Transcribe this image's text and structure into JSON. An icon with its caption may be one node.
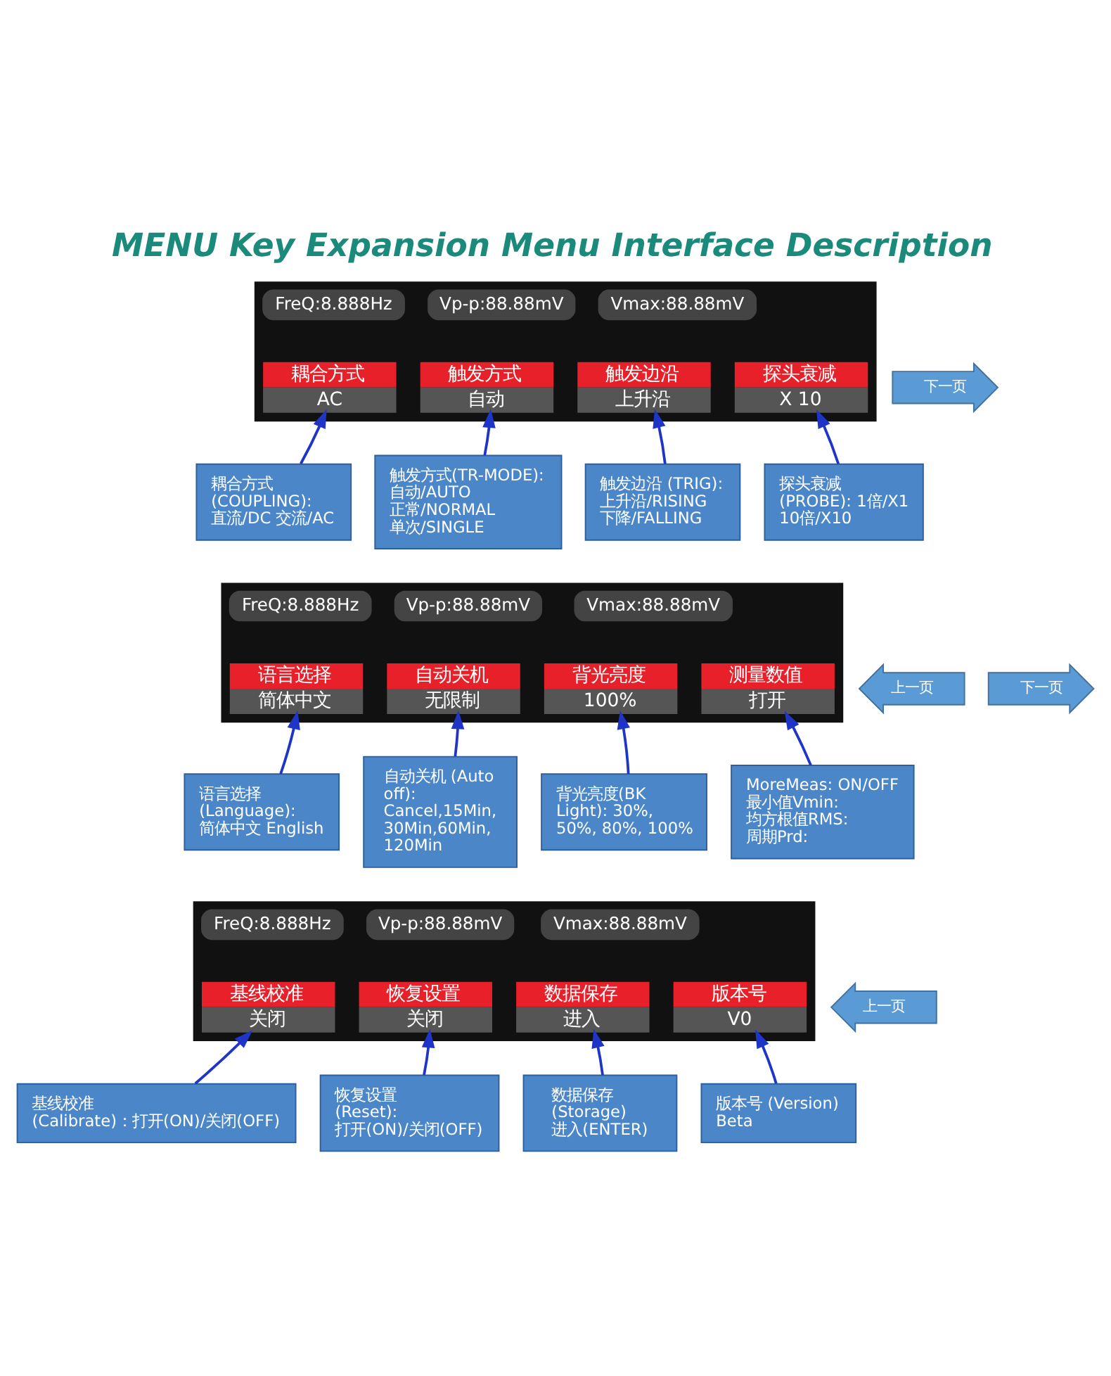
{
  "diagram": {
    "title": "MENU Key Expansion Menu Interface Description",
    "nodes": [
      {
        "text": [],
        "shape": "box"
      },
      {
        "text": [
          "FreQ:8.888Hz"
        ],
        "in": 0
      },
      {
        "text": [
          "Vp-p:88.88mV"
        ],
        "in": 0
      },
      {
        "text": [
          "Vmax:88.88mV"
        ],
        "in": 0
      },
      {
        "text": [
          "耦合方式",
          "AC"
        ],
        "in": 0
      },
      {
        "text": [
          "触发方式",
          "自动"
        ],
        "in": 0
      },
      {
        "text": [
          "触发边沿",
          "上升沿"
        ],
        "in": 0
      },
      {
        "text": [
          "探头衰减",
          "X 10"
        ],
        "in": 0
      },
      {
        "text": [
          "下一页"
        ]
      },
      {
        "text": [
          "耦合方式 (COUPLING): 直流/DC 交流/AC"
        ]
      },
      {
        "text": [
          "触发方式(TR-MODE): 自动/AUTO 正常/NORMAL 单次/SINGLE"
        ]
      },
      {
        "text": [
          "触发边沿 (TRIG): 上升沿/RISING 下降/FALLING"
        ]
      },
      {
        "text": [
          "探头衰减 (PROBE): 1倍/X1 10倍/X10"
        ]
      },
      {
        "text": [
          "上一页"
        ]
      },
      {
        "text": [],
        "shape": "box"
      },
      {
        "text": [
          "FreQ:8.888Hz"
        ],
        "in": 14
      },
      {
        "text": [
          "Vp-p:88.88mV"
        ],
        "in": 14
      },
      {
        "text": [
          "Vmax:88.88mV"
        ],
        "in": 14
      },
      {
        "text": [
          "语言选择",
          "简体中文"
        ],
        "in": 14
      },
      {
        "text": [
          "自动关机",
          "无限制"
        ],
        "in": 14
      },
      {
        "text": [
          "背光亮度",
          "100%"
        ],
        "in": 14
      },
      {
        "text": [
          "测量数值",
          "打开"
        ],
        "in": 14
      },
      {
        "text": [
          "下一页"
        ]
      },
      {
        "text": [
          "语言选择 (Language): 简体中文 English"
        ]
      },
      {
        "text": [
          "自动关机 (Auto off): Cancel,15Min, 30Min,60Min, 120Min"
        ]
      },
      {
        "text": [
          "背光亮度(BK Light): 30%, 50%, 80%, 100%"
        ]
      },
      {
        "text": [
          "MoreMeas: ON/OFF 最小值Vmin: 均方根值RMS: 周期Prd:"
        ]
      },
      {
        "text": [
          "上一页"
        ]
      },
      {
        "text": [],
        "shape": "box"
      },
      {
        "text": [
          "FreQ:8.888Hz"
        ],
        "in": 28
      },
      {
        "text": [
          "Vp-p:88.88mV"
        ],
        "in": 28
      },
      {
        "text": [
          "Vmax:88.88mV"
        ],
        "in": 28
      },
      {
        "text": [
          "基线校准",
          "关闭"
        ],
        "in": 28
      },
      {
        "text": [
          "恢复设置",
          "关闭"
        ],
        "in": 28
      },
      {
        "text": [
          "数据保存",
          "进入"
        ],
        "in": 28
      },
      {
        "text": [
          "版本号",
          "V0"
        ],
        "in": 28
      },
      {
        "text": [
          "基线校准 (Calibrate)：打开(ON)/关闭(OFF)"
        ]
      },
      {
        "text": [
          "恢复设置 (Reset): 打开(ON)/关闭(OFF)"
        ]
      },
      {
        "text": [
          "数据保存 (Storage) 进入(ENTER)"
        ]
      },
      {
        "text": [
          "版本号 (Version) Beta"
        ]
      }
    ],
    "edges": [
      {
        "from": 9,
        "to": 4,
        "arrow": "to"
      },
      {
        "from": 10,
        "to": 5,
        "arrow": "to"
      },
      {
        "from": 11,
        "to": 6,
        "arrow": "to"
      },
      {
        "from": 12,
        "to": 7,
        "arrow": "to"
      },
      {
        "from": 23,
        "to": 18,
        "arrow": "to"
      },
      {
        "from": 24,
        "to": 19,
        "arrow": "to"
      },
      {
        "from": 25,
        "to": 20,
        "arrow": "to"
      },
      {
        "from": 26,
        "to": 21,
        "arrow": "to"
      },
      {
        "from": 36,
        "to": 32,
        "arrow": "to"
      },
      {
        "from": 37,
        "to": 33,
        "arrow": "to"
      },
      {
        "from": 38,
        "to": 34,
        "arrow": "to"
      },
      {
        "from": 39,
        "to": 35,
        "arrow": "to"
      }
    ]
  }
}
